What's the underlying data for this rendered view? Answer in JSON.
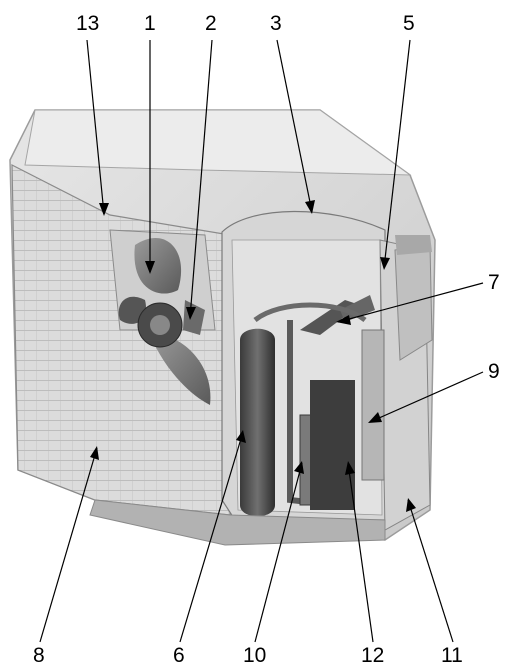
{
  "callouts": [
    {
      "id": "c13",
      "text": "13"
    },
    {
      "id": "c1",
      "text": "1"
    },
    {
      "id": "c2",
      "text": "2"
    },
    {
      "id": "c3",
      "text": "3"
    },
    {
      "id": "c5",
      "text": "5"
    },
    {
      "id": "c7",
      "text": "7"
    },
    {
      "id": "c9",
      "text": "9"
    },
    {
      "id": "c8",
      "text": "8"
    },
    {
      "id": "c6",
      "text": "6"
    },
    {
      "id": "c10",
      "text": "10"
    },
    {
      "id": "c12",
      "text": "12"
    },
    {
      "id": "c11",
      "text": "11"
    }
  ]
}
